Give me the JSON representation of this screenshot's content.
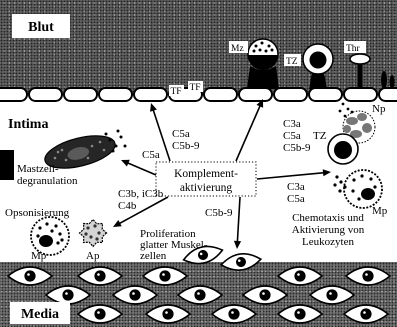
{
  "regions": {
    "blood": "Blut",
    "intima": "Intima",
    "media": "Media"
  },
  "blood_cells": {
    "tf_1": "TF",
    "tf_2": "TF",
    "mz": "Mz",
    "tz": "TZ",
    "thr": "Thr"
  },
  "center": {
    "line1": "Komplement-",
    "line2": "aktivierung"
  },
  "mediators": {
    "endothelium": [
      "C5a",
      "C5b-9"
    ],
    "blood_cells": [
      "C3a",
      "C5a",
      "C5b-9"
    ],
    "mast_cell": [
      "C5a"
    ],
    "leukocytes": [
      "C3a",
      "C5a"
    ],
    "opsonization": [
      "C3b, iC3b",
      "C4b"
    ],
    "smooth_muscle": [
      "C5b-9"
    ]
  },
  "effects": {
    "mast_cell": [
      "Mastzell-",
      "degranulation"
    ],
    "opsonization": [
      "Opsonisierung"
    ],
    "proliferation": [
      "Proliferation",
      "glatter Muskel-",
      "zellen"
    ],
    "leukocytes": [
      "Chemotaxis und",
      "Aktivierung von",
      "Leukozyten"
    ]
  },
  "intima_cells": {
    "mp_left": "Mp",
    "ap": "Ap",
    "np": "Np",
    "tz": "TZ",
    "mp_right": "Mp"
  },
  "colors": {
    "blood_texture": "#5e5e5e",
    "media_texture": "#6d6d6d",
    "ink": "#000000",
    "paper": "#ffffff",
    "nucleus_gray": "#777777"
  }
}
